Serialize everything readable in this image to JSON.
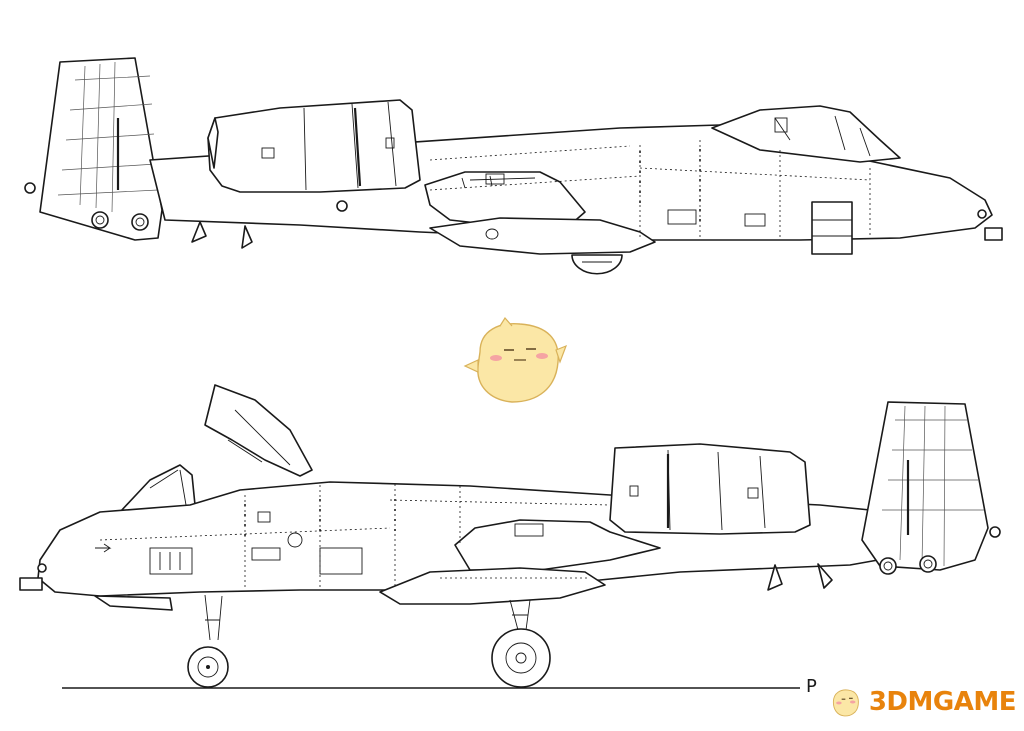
{
  "figure": {
    "views": [
      {
        "name": "top-view-right-facing",
        "orientation": "nose-right"
      },
      {
        "name": "bottom-view-left-facing",
        "orientation": "nose-left",
        "canopy": "open"
      }
    ],
    "ground_marker_label": "P",
    "mascot_icon": "chick-mascot-icon"
  },
  "watermark": {
    "text": "3DMGAME",
    "color": "#e8830c"
  },
  "colors": {
    "line": "#1a1a1a",
    "background": "#ffffff",
    "mascot_body": "#fbe7a6",
    "mascot_blush": "#f5a3a3"
  }
}
